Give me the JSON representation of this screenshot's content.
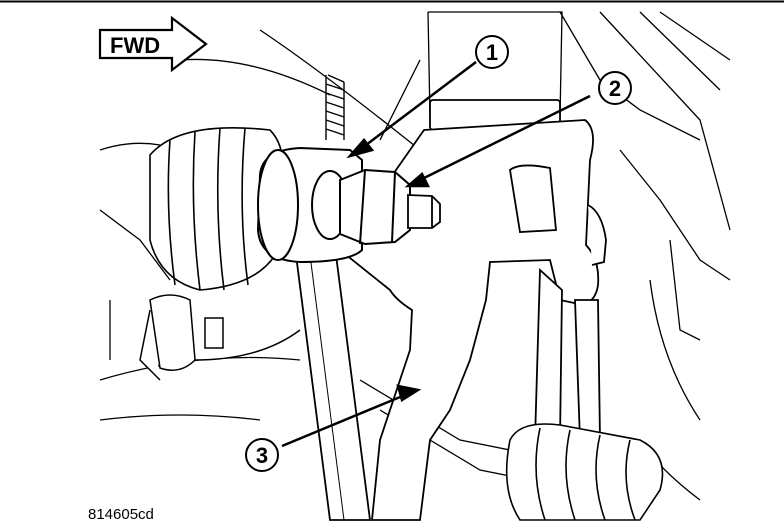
{
  "direction_label": "FWD",
  "callouts": [
    {
      "label": "1"
    },
    {
      "label": "2"
    },
    {
      "label": "3"
    }
  ],
  "figure_id": "814605cd"
}
